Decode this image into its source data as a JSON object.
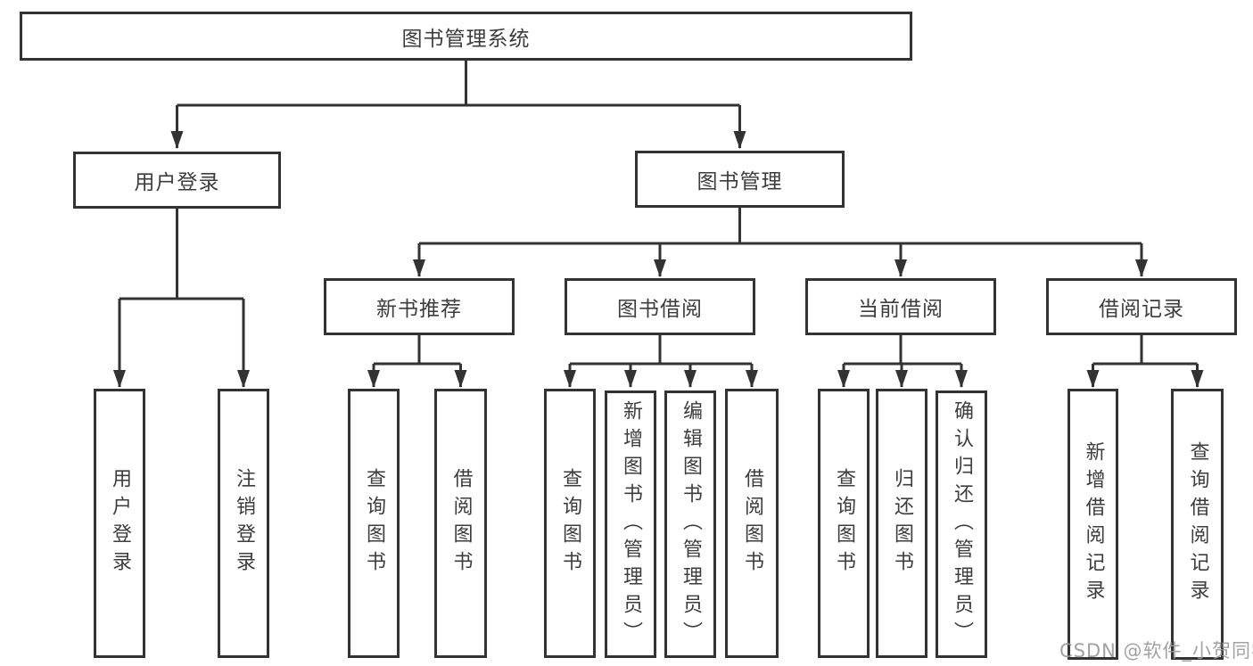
{
  "diagram": {
    "title": {
      "label": "图书管理系统"
    },
    "level2": [
      {
        "label": "用户登录",
        "parent": "图书管理系统"
      },
      {
        "label": "图书管理",
        "parent": "图书管理系统"
      }
    ],
    "level3": [
      {
        "label": "新书推荐",
        "parent": "图书管理"
      },
      {
        "label": "图书借阅",
        "parent": "图书管理"
      },
      {
        "label": "当前借阅",
        "parent": "图书管理"
      },
      {
        "label": "借阅记录",
        "parent": "图书管理"
      }
    ],
    "leaves": [
      {
        "label": "用户登录",
        "parent": "用户登录"
      },
      {
        "label": "注销登录",
        "parent": "用户登录"
      },
      {
        "label": "查询图书",
        "parent": "新书推荐"
      },
      {
        "label": "借阅图书",
        "parent": "新书推荐"
      },
      {
        "label": "查询图书",
        "parent": "图书借阅"
      },
      {
        "label": "新增图书（管理员）",
        "parent": "图书借阅"
      },
      {
        "label": "编辑图书（管理员）",
        "parent": "图书借阅"
      },
      {
        "label": "借阅图书",
        "parent": "图书借阅"
      },
      {
        "label": "查询图书",
        "parent": "当前借阅"
      },
      {
        "label": "归还图书",
        "parent": "当前借阅"
      },
      {
        "label": "确认归还（管理员）",
        "parent": "当前借阅"
      },
      {
        "label": "新增借阅记录",
        "parent": "借阅记录"
      },
      {
        "label": "查询借阅记录",
        "parent": "借阅记录"
      }
    ],
    "watermark": "CSDN @软件_小贺同学",
    "colors": {
      "line": "#333333",
      "text": "#3d3d3d",
      "watermark": "#9a9a9a",
      "background": "#ffffff"
    }
  }
}
